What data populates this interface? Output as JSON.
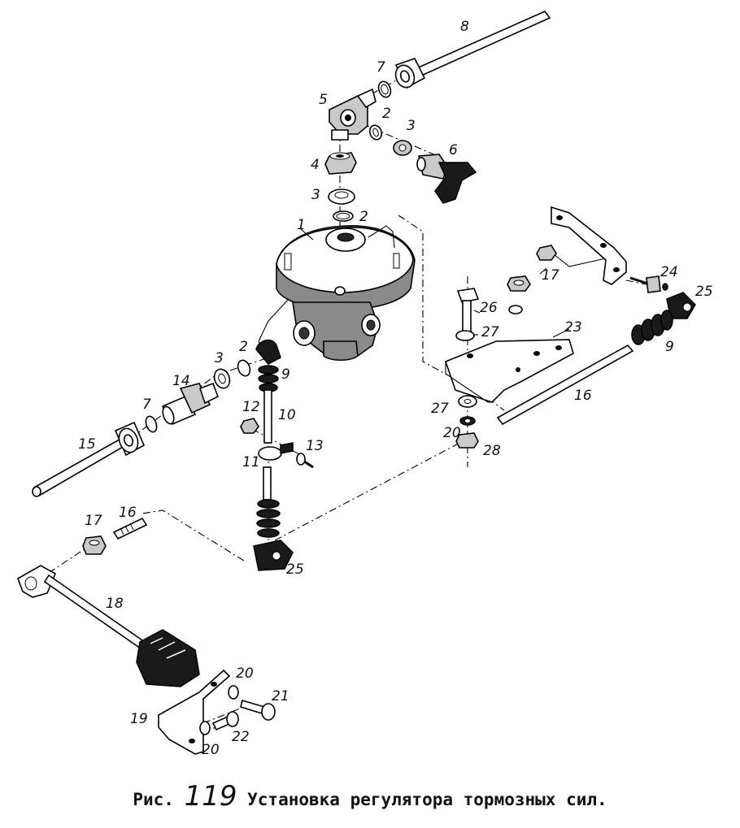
{
  "labels": {
    "l1": "1",
    "l2a": "2",
    "l2b": "2",
    "l2c": "2",
    "l3a": "3",
    "l3b": "3",
    "l3c": "3",
    "l4": "4",
    "l5": "5",
    "l6": "6",
    "l7a": "7",
    "l7b": "7",
    "l8": "8",
    "l9a": "9",
    "l9b": "9",
    "l10": "10",
    "l11": "11",
    "l12": "12",
    "l13": "13",
    "l14": "14",
    "l15": "15",
    "l16a": "16",
    "l16b": "16",
    "l17a": "17",
    "l17b": "17",
    "l18": "18",
    "l19": "19",
    "l20a": "20",
    "l20b": "20",
    "l20c": "20",
    "l21": "21",
    "l22": "22",
    "l23": "23",
    "l24": "24",
    "l25a": "25",
    "l25b": "25",
    "l26": "26",
    "l27a": "27",
    "l27b": "27",
    "l28": "28"
  },
  "caption": {
    "prefix": "Рис.",
    "number": "119",
    "title": "Установка регулятора тормозных сил."
  }
}
